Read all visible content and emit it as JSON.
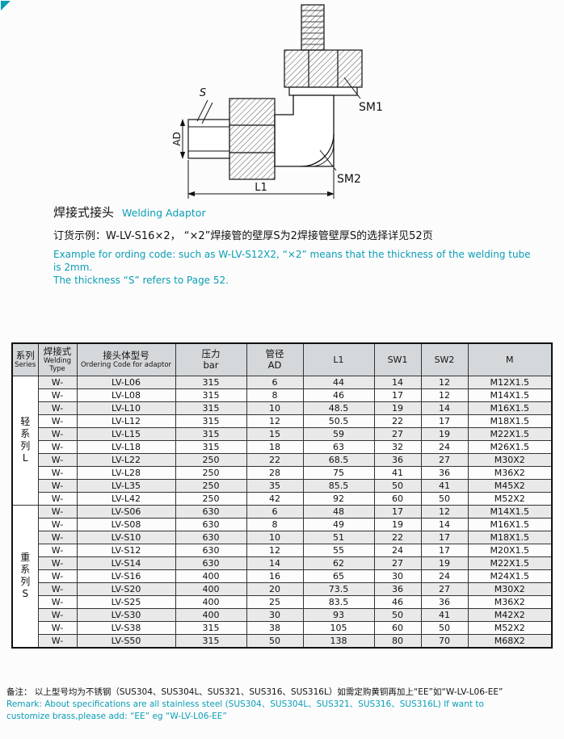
{
  "accent_color": "#0a9db5",
  "drawing": {
    "labels": {
      "s": "S",
      "ad": "AD",
      "l1": "L1",
      "sm1": "SM1",
      "sm2": "SM2"
    }
  },
  "intro": {
    "title_zh": "焊接式接头",
    "title_en": "Welding Adaptor",
    "order_zh": "订货示例：W-LV-S16×2，  “×2”焊接管的壁厚S为2焊接管壁厚S的选择详见52页",
    "order_en_1": "Example for ording code: such as W-LV-S12X2,  “×2”  means that the thickness of the welding tube is 2mm.",
    "order_en_2": "The thickness  “S”  refers to Page 52."
  },
  "table": {
    "headers": {
      "series": [
        "系列",
        "Series"
      ],
      "welding": [
        "焊接式",
        "Welding",
        "Type"
      ],
      "code": [
        "接头体型号",
        "Ordering Code for adaptor"
      ],
      "pressure": [
        "压力",
        "bar"
      ],
      "ad": [
        "管径",
        "AD"
      ],
      "l1": "L1",
      "sw1": "SW1",
      "sw2": "SW2",
      "m": "M"
    },
    "groups": [
      {
        "series_chars": [
          "轻",
          "系",
          "列",
          "L"
        ],
        "rows": [
          [
            "W-",
            "LV-L06",
            "315",
            "6",
            "44",
            "14",
            "12",
            "M12X1.5"
          ],
          [
            "W-",
            "LV-L08",
            "315",
            "8",
            "46",
            "17",
            "12",
            "M14X1.5"
          ],
          [
            "W-",
            "LV-L10",
            "315",
            "10",
            "48.5",
            "19",
            "14",
            "M16X1.5"
          ],
          [
            "W-",
            "LV-L12",
            "315",
            "12",
            "50.5",
            "22",
            "17",
            "M18X1.5"
          ],
          [
            "W-",
            "LV-L15",
            "315",
            "15",
            "59",
            "27",
            "19",
            "M22X1.5"
          ],
          [
            "W-",
            "LV-L18",
            "315",
            "18",
            "63",
            "32",
            "24",
            "M26X1.5"
          ],
          [
            "W-",
            "LV-L22",
            "250",
            "22",
            "68.5",
            "36",
            "27",
            "M30X2"
          ],
          [
            "W-",
            "LV-L28",
            "250",
            "28",
            "75",
            "41",
            "36",
            "M36X2"
          ],
          [
            "W-",
            "LV-L35",
            "250",
            "35",
            "85.5",
            "50",
            "41",
            "M45X2"
          ],
          [
            "W-",
            "LV-L42",
            "250",
            "42",
            "92",
            "60",
            "50",
            "M52X2"
          ]
        ]
      },
      {
        "series_chars": [
          "重",
          "系",
          "列",
          "S"
        ],
        "rows": [
          [
            "W-",
            "LV-S06",
            "630",
            "6",
            "48",
            "17",
            "12",
            "M14X1.5"
          ],
          [
            "W-",
            "LV-S08",
            "630",
            "8",
            "49",
            "19",
            "14",
            "M16X1.5"
          ],
          [
            "W-",
            "LV-S10",
            "630",
            "10",
            "51",
            "22",
            "17",
            "M18X1.5"
          ],
          [
            "W-",
            "LV-S12",
            "630",
            "12",
            "55",
            "24",
            "17",
            "M20X1.5"
          ],
          [
            "W-",
            "LV-S14",
            "630",
            "14",
            "62",
            "27",
            "19",
            "M22X1.5"
          ],
          [
            "W-",
            "LV-S16",
            "400",
            "16",
            "65",
            "30",
            "24",
            "M24X1.5"
          ],
          [
            "W-",
            "LV-S20",
            "400",
            "20",
            "73.5",
            "36",
            "27",
            "M30X2"
          ],
          [
            "W-",
            "LV-S25",
            "400",
            "25",
            "83.5",
            "46",
            "36",
            "M36X2"
          ],
          [
            "W-",
            "LV-S30",
            "400",
            "30",
            "93",
            "50",
            "41",
            "M42X2"
          ],
          [
            "W-",
            "LV-S38",
            "315",
            "38",
            "105",
            "60",
            "50",
            "M52X2"
          ],
          [
            "W-",
            "LV-S50",
            "315",
            "50",
            "138",
            "80",
            "70",
            "M68X2"
          ]
        ]
      }
    ]
  },
  "remark": {
    "line1_zh": "备注：  以上型号均为不锈钢（SUS304、SUS304L、SUS321、SUS316、SUS316L）如需定购黄铜再加上“EE”如“W-LV-L06-EE”",
    "line2_en": "Remark:  About specifications are all stainless steel  (SUS304、SUS304L、SUS321、SUS316、SUS316L)  If want to",
    "line3_en": "customize brass,please add:  “EE”  eg  “W-LV-L06-EE”"
  }
}
